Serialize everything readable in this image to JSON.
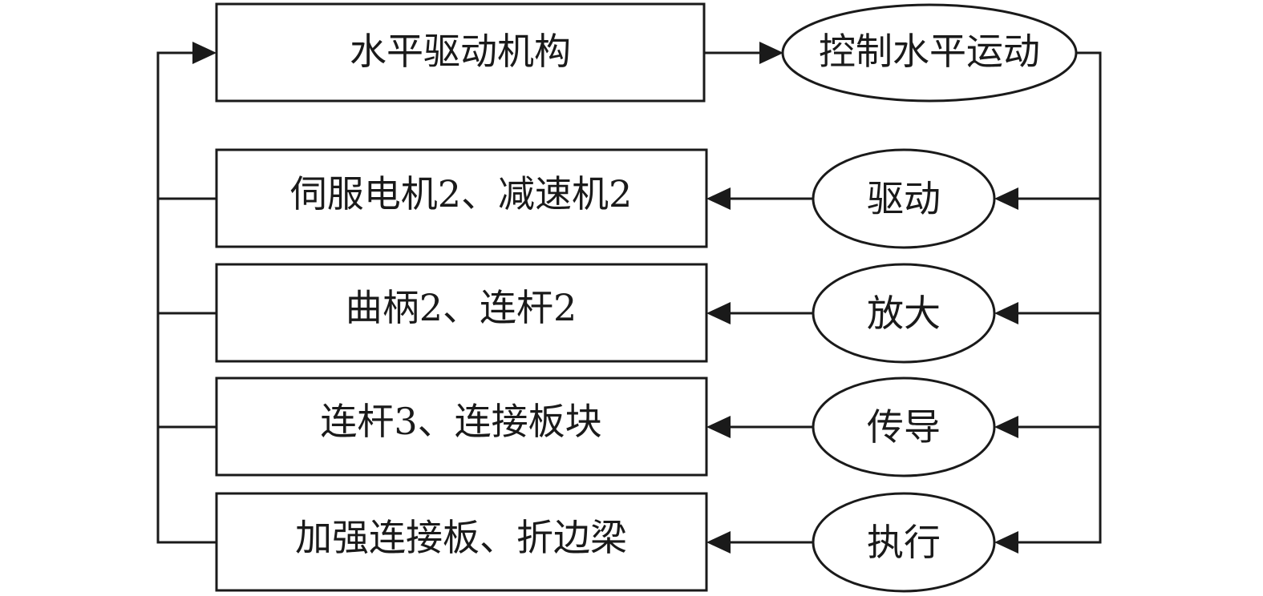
{
  "title_box": {
    "label": "水平驱动机构"
  },
  "title_oval": {
    "label": "控制水平运动"
  },
  "rows": [
    {
      "box_label": "伺服电机2、减速机2",
      "oval_label": "驱动"
    },
    {
      "box_label": "曲柄2、连杆2",
      "oval_label": "放大"
    },
    {
      "box_label": "连杆3、连接板块",
      "oval_label": "传导"
    },
    {
      "box_label": "加强连接板、折边梁",
      "oval_label": "执行"
    }
  ]
}
